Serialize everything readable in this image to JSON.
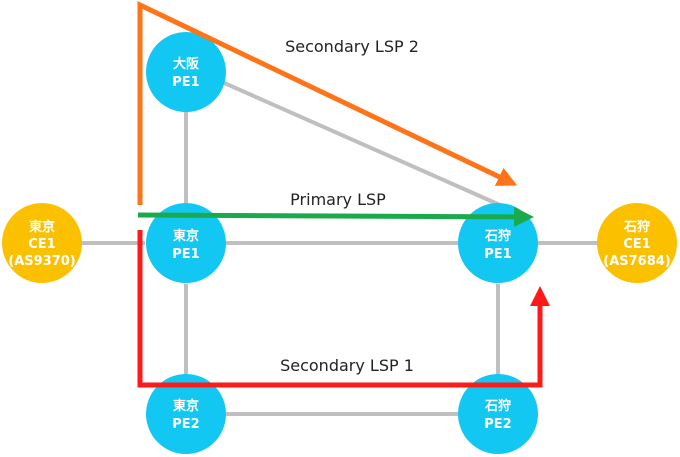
{
  "colors": {
    "pe_node": "#12c7f2",
    "ce_node": "#fbc100",
    "link": "#bfbfbf",
    "primary_lsp": "#1aaa4c",
    "secondary_lsp_1": "#ff1a1a",
    "secondary_lsp_2": "#ff7418"
  },
  "nodes": {
    "osaka_pe1": {
      "line1": "大阪",
      "line2": "PE1"
    },
    "tokyo_pe1": {
      "line1": "東京",
      "line2": "PE1"
    },
    "ishikari_pe1": {
      "line1": "石狩",
      "line2": "PE1"
    },
    "tokyo_pe2": {
      "line1": "東京",
      "line2": "PE2"
    },
    "ishikari_pe2": {
      "line1": "石狩",
      "line2": "PE2"
    },
    "tokyo_ce1": {
      "line1": "東京",
      "line2": "CE1",
      "line3": "(AS9370)"
    },
    "ishikari_ce1": {
      "line1": "石狩",
      "line2": "CE1",
      "line3": "(AS7684)"
    }
  },
  "lsps": {
    "primary": "Primary LSP",
    "secondary_1": "Secondary LSP 1",
    "secondary_2": "Secondary LSP 2"
  }
}
